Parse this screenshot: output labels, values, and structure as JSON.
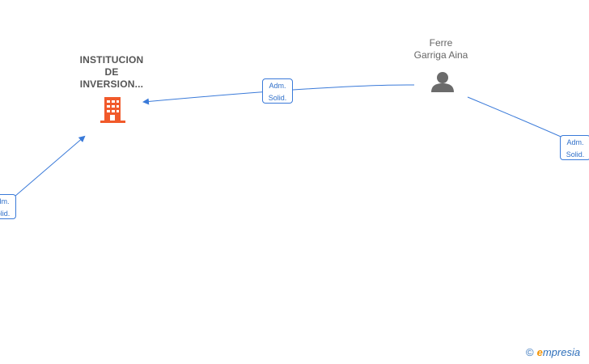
{
  "nodes": {
    "company": {
      "label_lines": [
        "INSTITUCION",
        "DE",
        "INVERSION..."
      ],
      "icon": "building-icon",
      "color": "#f15a2b"
    },
    "person": {
      "label_lines": [
        "Ferre",
        "Garriga Aina"
      ],
      "icon": "person-icon",
      "color": "#6b6b6b"
    }
  },
  "edges": [
    {
      "label_lines": [
        "Adm.",
        "Solid."
      ]
    },
    {
      "label_lines": [
        "Adm.",
        "Solid."
      ]
    },
    {
      "label_lines": [
        "Adm.",
        "Solid."
      ]
    }
  ],
  "colors": {
    "edge": "#3a7ad9",
    "edge_label_text": "#2f6fc9"
  },
  "watermark": {
    "copyright_symbol": "©",
    "brand_initial": "e",
    "brand_rest": "mpresia"
  }
}
